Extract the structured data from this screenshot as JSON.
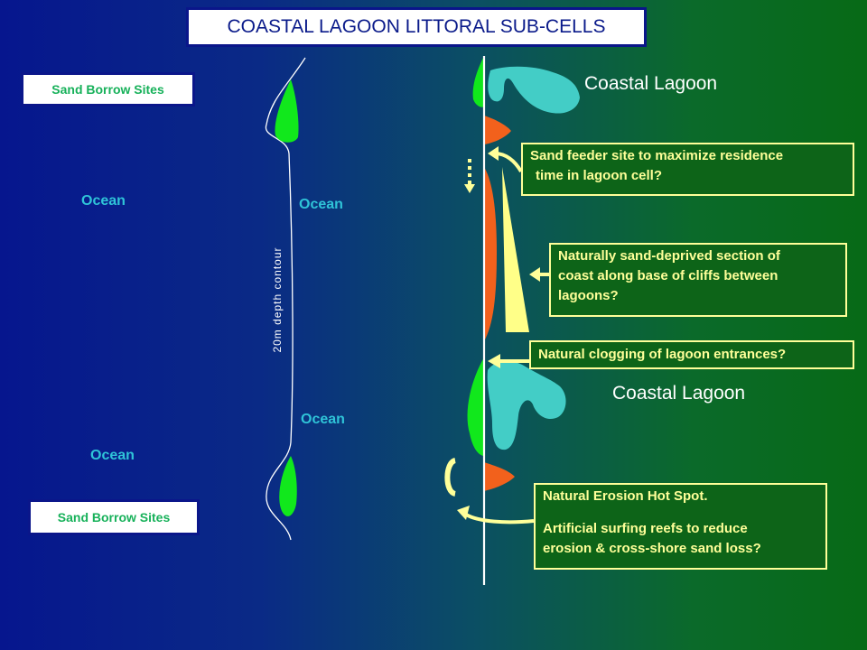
{
  "title": "COASTAL LAGOON LITTORAL SUB-CELLS",
  "labels": {
    "borrow_north": "Sand Borrow Sites",
    "borrow_south": "Sand Borrow Sites",
    "ocean": [
      "Ocean",
      "Ocean",
      "Ocean",
      "Ocean"
    ],
    "depth_contour": "20m depth contour",
    "lagoon_north": "Coastal Lagoon",
    "lagoon_south": "Coastal Lagoon"
  },
  "notes": {
    "sand_feeder": [
      "Sand feeder site to maximize residence",
      "time in lagoon cell?"
    ],
    "sand_deprived": [
      "Naturally sand-deprived section of",
      "coast along base of cliffs between",
      "lagoons?"
    ],
    "clogging": "Natural clogging of lagoon entrances?",
    "erosion": [
      "Natural Erosion Hot Spot.",
      "Artificial surfing reefs to reduce",
      "erosion & cross-shore sand loss?"
    ]
  },
  "colors": {
    "sand": "#11e81c",
    "lagoon": "#43cdc6",
    "erosion": "#f2611c",
    "annotation": "#ffff99"
  }
}
